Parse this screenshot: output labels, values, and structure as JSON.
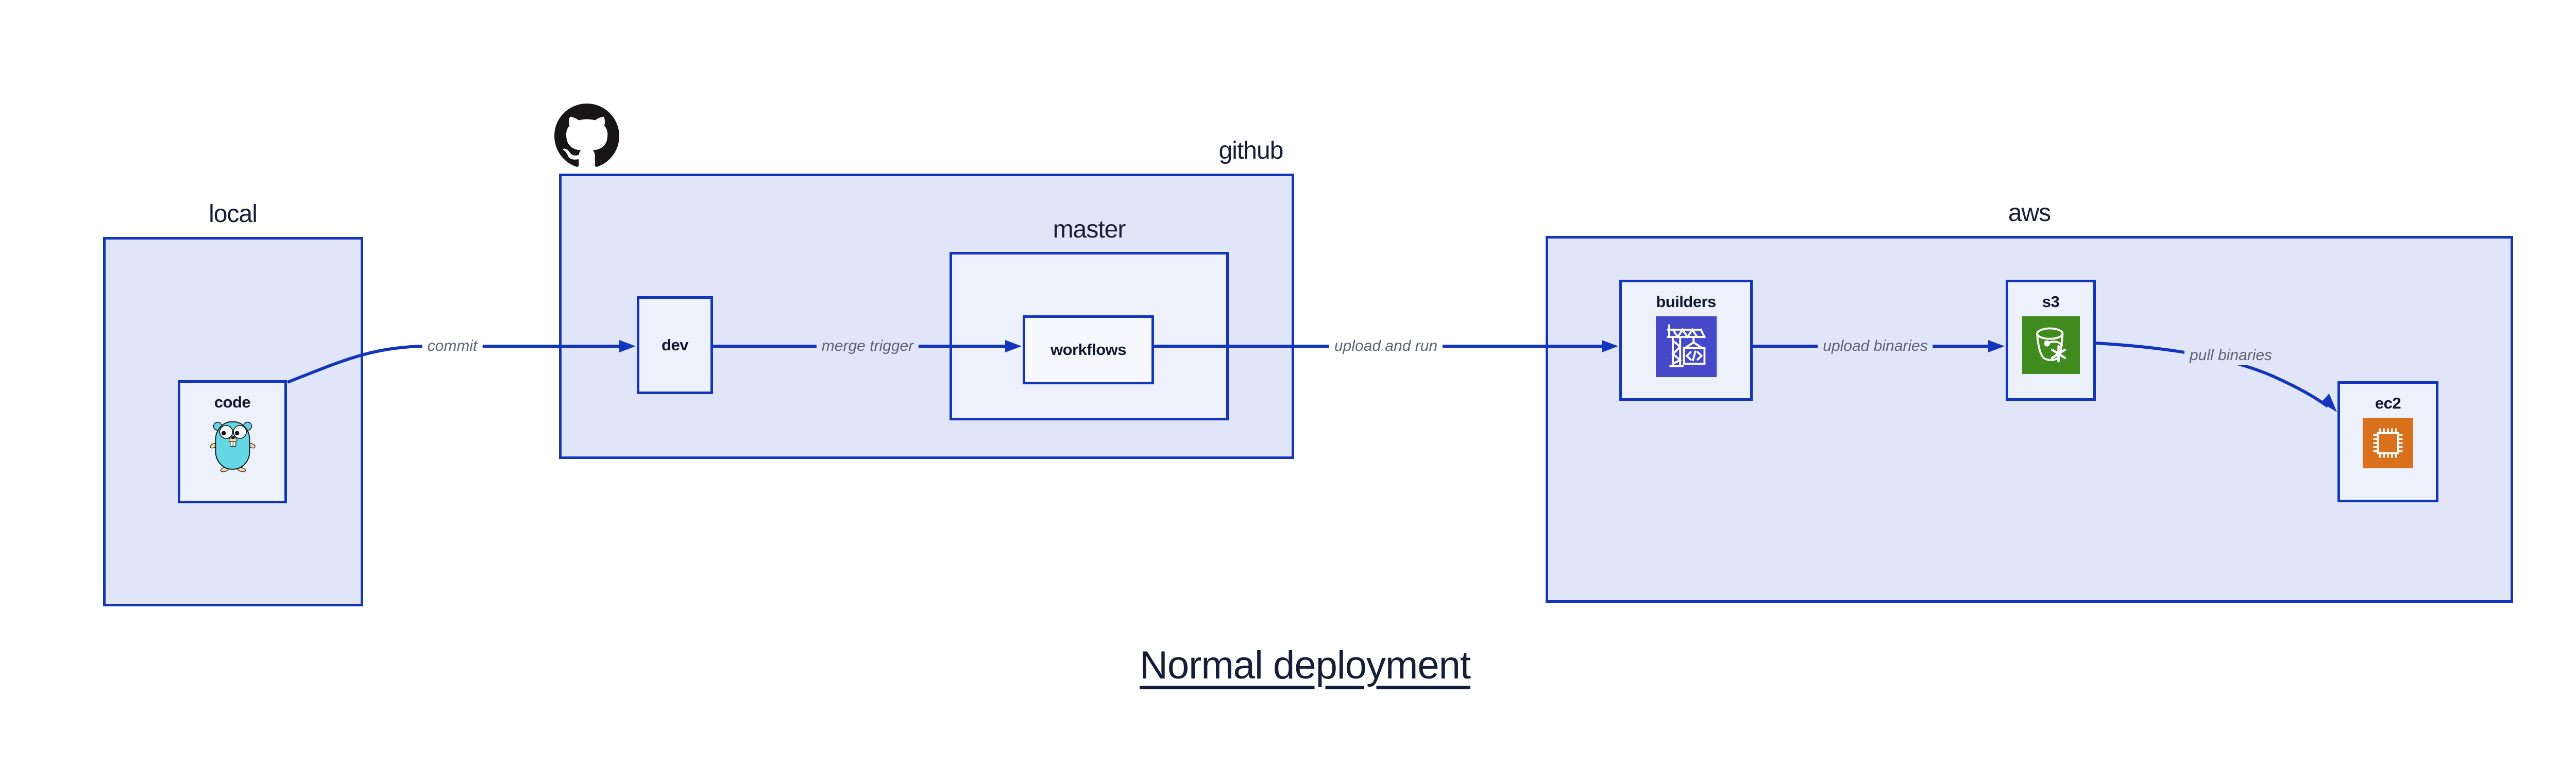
{
  "title": "Normal deployment",
  "groups": {
    "local": {
      "label": "local"
    },
    "github": {
      "label": "github"
    },
    "master": {
      "label": "master"
    },
    "aws": {
      "label": "aws"
    }
  },
  "nodes": {
    "code": {
      "label": "code",
      "icon": "go-gopher-icon"
    },
    "dev": {
      "label": "dev"
    },
    "workflows": {
      "label": "workflows"
    },
    "builders": {
      "label": "builders",
      "icon": "aws-codebuild-crane-icon"
    },
    "s3": {
      "label": "s3",
      "icon": "aws-s3-glacier-bucket-icon"
    },
    "ec2": {
      "label": "ec2",
      "icon": "aws-ec2-chip-icon"
    }
  },
  "edges": [
    {
      "from": "code",
      "to": "dev",
      "label": "commit"
    },
    {
      "from": "dev",
      "to": "workflows",
      "label": "merge trigger"
    },
    {
      "from": "workflows",
      "to": "builders",
      "label": "upload and run"
    },
    {
      "from": "builders",
      "to": "s3",
      "label": "upload binaries"
    },
    {
      "from": "s3",
      "to": "ec2",
      "label": "pull binaries"
    }
  ],
  "logo": "github-logo",
  "colors": {
    "stroke": "#1335bb",
    "group_fill": "#e0e6f8",
    "node_fill": "#edf1fb",
    "nested_node_fill": "#f6f8fd",
    "title_text": "#151d38",
    "node_text": "#101830",
    "edge_text": "#5d6470",
    "github_logo": "#171515",
    "codebuild_icon_bg": "#4549c9",
    "s3_icon_bg": "#3f8b1e",
    "ec2_icon_bg": "#d9711c",
    "gopher_body": "#63d7e3"
  }
}
